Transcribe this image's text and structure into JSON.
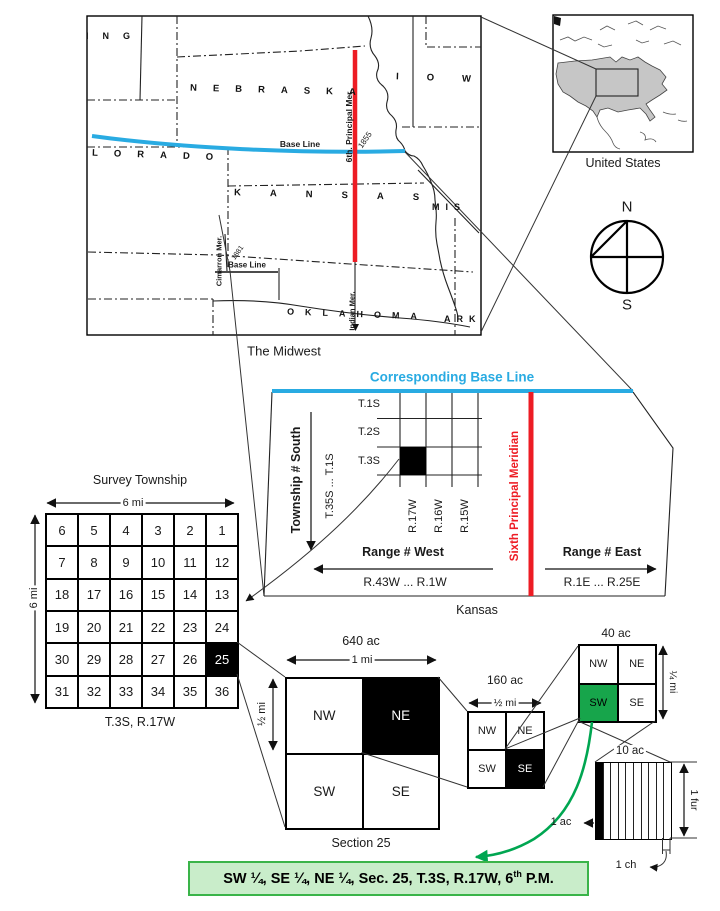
{
  "us_inset": {
    "caption": "United States"
  },
  "compass": {
    "n": "N",
    "s": "S"
  },
  "map": {
    "caption": "The Midwest",
    "states": {
      "wyoming": "ING",
      "nebraska": "NEBRASKA",
      "iowa": "IOW",
      "colorado": "LORADO",
      "kansas": "KANSAS",
      "missouri": "MIS",
      "oklahoma": "OKLAHOMA",
      "arkansas": "ARK"
    },
    "base_line": "Base Line",
    "meridian": "6th. Principal Mer.",
    "meridian_year": "1855",
    "cimarron_meridian": "Cimarron Mer.",
    "cimarron_year": "1881",
    "cimarron_base_line": "Base Line",
    "indian_meridian": "Indian Mer."
  },
  "kansas": {
    "base_line_title": "Corresponding Base Line",
    "township_axis": "Township # South",
    "township_series": "T.35S ... T.1S",
    "rows": [
      "T.1S",
      "T.2S",
      "T.3S"
    ],
    "cols": [
      "R.17W",
      "R.16W",
      "R.15W"
    ],
    "meridian": "Sixth Principal Meridian",
    "range_west": "Range # West",
    "range_west_series": "R.43W ... R.1W",
    "range_east": "Range # East",
    "range_east_series": "R.1E ... R.25E",
    "caption": "Kansas"
  },
  "township": {
    "title": "Survey Township",
    "width_label": "6 mi",
    "height_label": "6 mi",
    "rows": [
      [
        6,
        5,
        4,
        3,
        2,
        1
      ],
      [
        7,
        8,
        9,
        10,
        11,
        12
      ],
      [
        18,
        17,
        16,
        15,
        14,
        13
      ],
      [
        19,
        20,
        21,
        22,
        23,
        24
      ],
      [
        30,
        29,
        28,
        27,
        26,
        25
      ],
      [
        31,
        32,
        33,
        34,
        35,
        36
      ]
    ],
    "highlight": 25,
    "caption": "T.3S, R.17W"
  },
  "section": {
    "title": "640 ac",
    "width_label": "1 mi",
    "height_label": "½ mi",
    "quarters": [
      "NW",
      "NE",
      "SW",
      "SE"
    ],
    "highlight": "NE",
    "caption": "Section 25"
  },
  "q160": {
    "title": "160 ac",
    "width_label": "½ mi",
    "quarters": [
      "NW",
      "NE",
      "SW",
      "SE"
    ],
    "highlight": "SE"
  },
  "q40": {
    "title": "40 ac",
    "height_label": "¼ mi",
    "quarters": [
      "NW",
      "NE",
      "SW",
      "SE"
    ],
    "highlight": "SW"
  },
  "q10": {
    "title": "10 ac",
    "height_label": "1 fur",
    "strips": 10,
    "acre_label": "1 ac",
    "chain_label": "1 ch"
  },
  "result": {
    "prefix": "SW ¼, SE ¼, NE ¼, Sec. 25, T.3S, R.17W, 6",
    "sup": "th",
    "suffix": " P.M."
  },
  "colors": {
    "base_line": "#29ABE2",
    "meridian": "#ED1C24",
    "highlight_green": "#17A54B",
    "result_bg": "#C9EDCA",
    "result_border": "#3AB449"
  }
}
